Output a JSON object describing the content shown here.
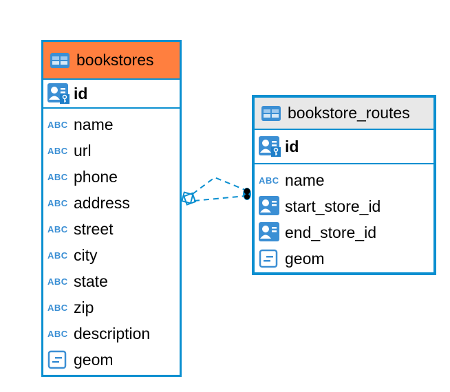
{
  "tables": [
    {
      "name": "bookstores",
      "header_color": "#ff7f3f",
      "pk": "id",
      "columns": [
        {
          "name": "name",
          "type": "text"
        },
        {
          "name": "url",
          "type": "text"
        },
        {
          "name": "phone",
          "type": "text"
        },
        {
          "name": "address",
          "type": "text"
        },
        {
          "name": "street",
          "type": "text"
        },
        {
          "name": "city",
          "type": "text"
        },
        {
          "name": "state",
          "type": "text"
        },
        {
          "name": "zip",
          "type": "text"
        },
        {
          "name": "description",
          "type": "text"
        },
        {
          "name": "geom",
          "type": "geometry"
        }
      ]
    },
    {
      "name": "bookstore_routes",
      "header_color": "#e8e8e8",
      "pk": "id",
      "columns": [
        {
          "name": "name",
          "type": "text"
        },
        {
          "name": "start_store_id",
          "type": "fk"
        },
        {
          "name": "end_store_id",
          "type": "fk"
        },
        {
          "name": "geom",
          "type": "geometry"
        }
      ]
    }
  ],
  "abc_label": "ABC",
  "border_color": "#0a8fd0",
  "icon_color": "#3b8fd4"
}
